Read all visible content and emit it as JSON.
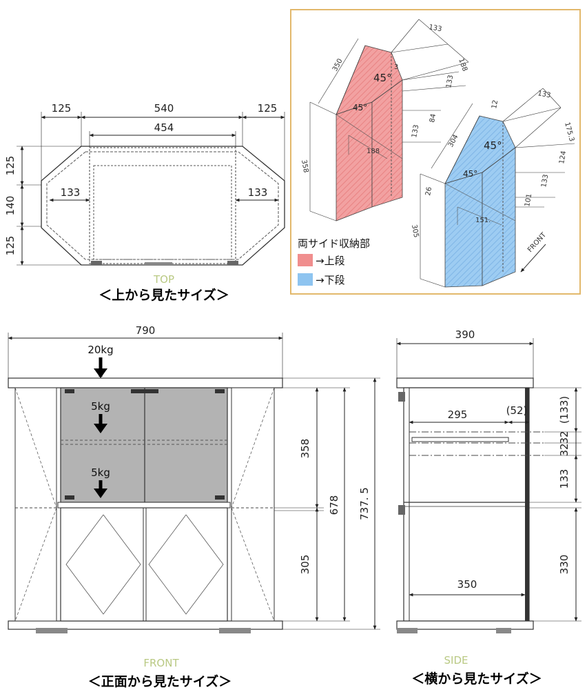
{
  "top_view": {
    "dims": {
      "left_wing": "125",
      "width": "540",
      "right_wing": "125",
      "inner": "454",
      "depth_top": "125",
      "depth_mid": "140",
      "depth_bottom": "125",
      "side_left": "133",
      "side_right": "133"
    },
    "tag": "TOP",
    "caption": "＜上から見たサイズ＞"
  },
  "side_storage_inset": {
    "legend_title": "両サイド収納部",
    "legend_upper": "→上段",
    "legend_lower": "→下段",
    "front_label": "FRONT",
    "upper": {
      "angle_top": "45°",
      "angle_front": "45°",
      "d350": "350",
      "d133": "133",
      "d188_top": "188",
      "d133_side": "133",
      "d84": "84",
      "d133_b": "133",
      "d188": "188",
      "d358": "358",
      "d3": "3"
    },
    "lower": {
      "angle_top": "45°",
      "angle_front": "45°",
      "d12": "12",
      "d133": "133",
      "d1753": "175.3",
      "d304": "304",
      "d124": "124",
      "d133_b": "133",
      "d101": "101",
      "d26": "26",
      "d151": "151.",
      "d305": "305"
    },
    "colors": {
      "upper": "#f08e8e",
      "lower": "#8ec4f0",
      "border": "#e2b86b"
    }
  },
  "front_view": {
    "dims": {
      "width": "790",
      "h358": "358",
      "h678": "678",
      "h7375": "737. 5",
      "h305": "305"
    },
    "weights": {
      "top": "20kg",
      "shelf1": "5kg",
      "shelf2": "5kg"
    },
    "tag": "FRONT",
    "caption": "＜正面から見たサイズ＞"
  },
  "side_view": {
    "dims": {
      "depth": "390",
      "d295": "295",
      "d52": "(52)",
      "d133p": "(133)",
      "d32a": "32",
      "d32b": "32",
      "d133": "133",
      "d330": "330",
      "d350": "350"
    },
    "tag": "SIDE",
    "caption": "＜横から見たサイズ＞"
  }
}
